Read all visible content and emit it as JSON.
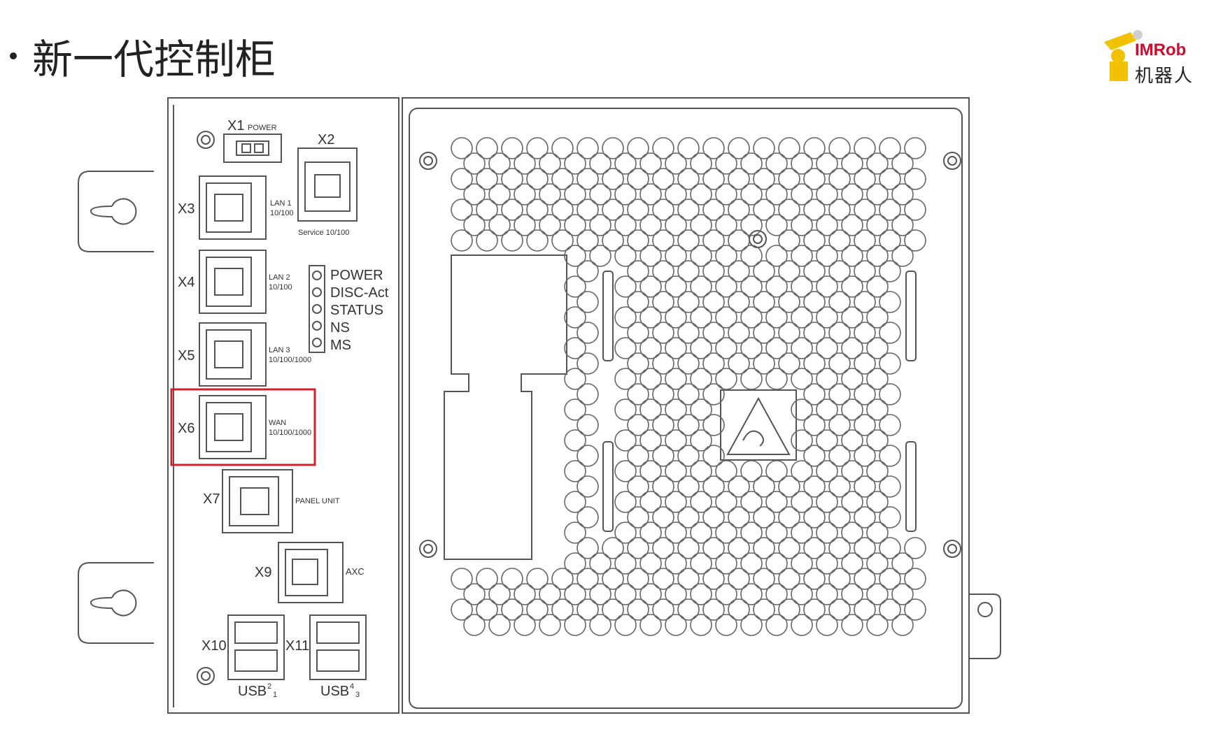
{
  "slide": {
    "title": "新一代控制柜"
  },
  "logo": {
    "text_top": "IMRob",
    "text_bottom": "机器人"
  },
  "panel": {
    "ports": {
      "x1": "X1",
      "x1_label": "POWER",
      "x2": "X2",
      "x2_label": "Service 10/100",
      "x3": "X3",
      "lan1_name": "LAN 1",
      "lan1_speed": "10/100",
      "x4": "X4",
      "lan2_name": "LAN 2",
      "lan2_speed": "10/100",
      "x5": "X5",
      "lan3_name": "LAN 3",
      "lan3_speed": "10/100/1000",
      "x6": "X6",
      "wan_name": "WAN",
      "wan_speed": "10/100/1000",
      "x7": "X7",
      "panel_unit": "PANEL UNIT",
      "x9": "X9",
      "axc": "AXC",
      "x10": "X10",
      "x11": "X11",
      "usb_left": "USB",
      "usb_left_sup": "2",
      "usb_left_sub": "1",
      "usb_right": "USB",
      "usb_right_sup": "4",
      "usb_right_sub": "3"
    },
    "leds": [
      "POWER",
      "DISC-Act",
      "STATUS",
      "NS",
      "MS"
    ]
  },
  "colors": {
    "highlight": "#d0202a",
    "line": "#555555",
    "logo_yellow": "#f2c200"
  },
  "icons": [
    "robot-arm-logo-icon",
    "esd-warning-icon",
    "screw-icon",
    "rj45-port-icon",
    "usb-port-icon"
  ]
}
